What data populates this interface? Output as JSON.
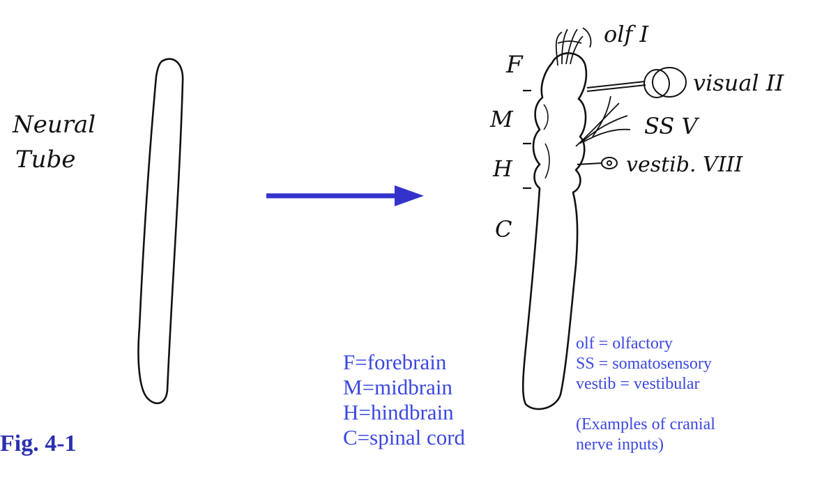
{
  "figure_label": "Fig. 4-1",
  "neural_tube_label": [
    "Neural",
    "Tube"
  ],
  "region_letters": [
    "F",
    "M",
    "H",
    "C"
  ],
  "nerve_labels": {
    "olfactory": "olf I",
    "visual": "visual II",
    "somatosensory": "SS V",
    "vestibular": "vestib. VIII"
  },
  "region_legend": [
    "F=forebrain",
    "M=midbrain",
    "H=hindbrain",
    "C=spinal cord"
  ],
  "abbreviation_legend": [
    "olf = olfactory",
    "SS = somatosensory",
    "vestib = vestibular"
  ],
  "note": [
    "(Examples of cranial",
    "nerve inputs)"
  ],
  "colors": {
    "legend_text": "#3b48e0",
    "arrow": "#3333cc",
    "figure_label": "#2a2fb0",
    "sketch_ink": "#111111"
  }
}
